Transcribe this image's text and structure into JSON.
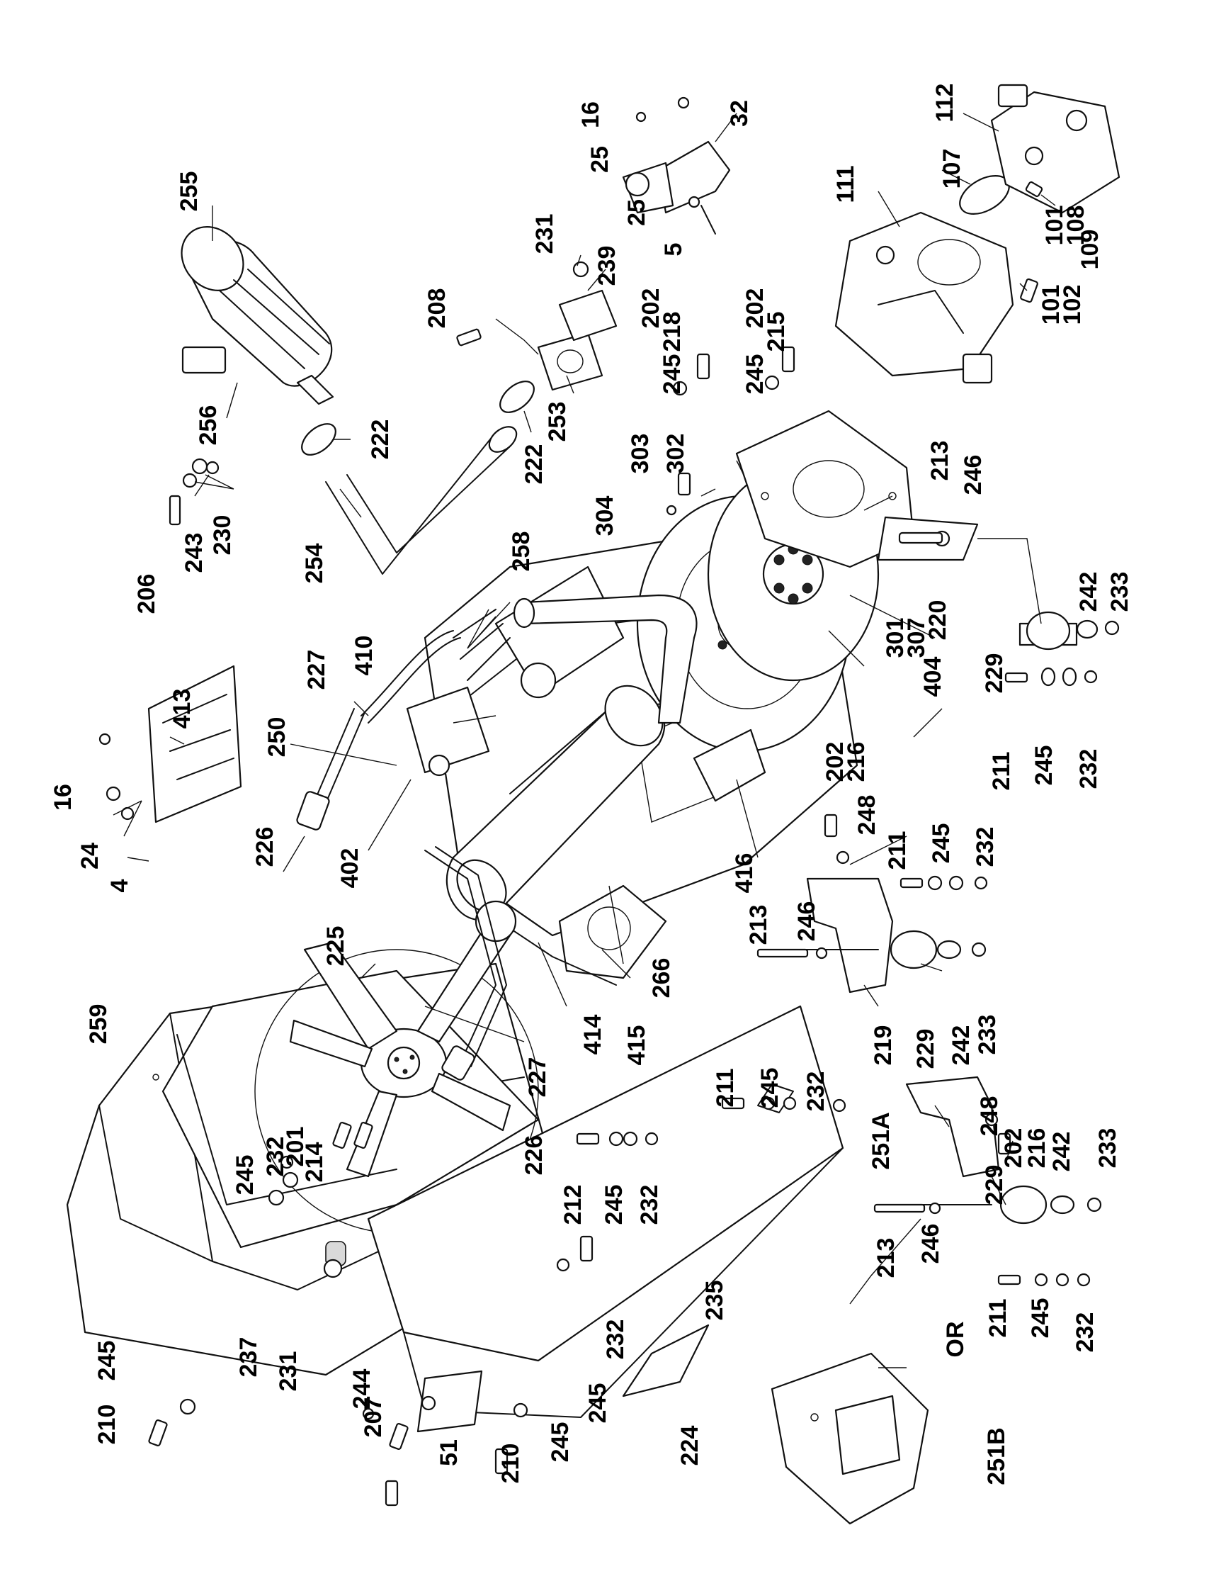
{
  "diagram": {
    "alt_option_text": "OR",
    "callouts": [
      {
        "id": "c-255",
        "text": "255"
      },
      {
        "id": "c-256",
        "text": "256"
      },
      {
        "id": "c-222a",
        "text": "222"
      },
      {
        "id": "c-222b",
        "text": "222"
      },
      {
        "id": "c-230",
        "text": "230"
      },
      {
        "id": "c-243",
        "text": "243"
      },
      {
        "id": "c-206",
        "text": "206"
      },
      {
        "id": "c-254",
        "text": "254"
      },
      {
        "id": "c-208",
        "text": "208"
      },
      {
        "id": "c-231a",
        "text": "231"
      },
      {
        "id": "c-239",
        "text": "239"
      },
      {
        "id": "c-253",
        "text": "253"
      },
      {
        "id": "c-16a",
        "text": "16"
      },
      {
        "id": "c-25a",
        "text": "25"
      },
      {
        "id": "c-32",
        "text": "32"
      },
      {
        "id": "c-25b",
        "text": "25"
      },
      {
        "id": "c-5",
        "text": "5"
      },
      {
        "id": "c-112",
        "text": "112"
      },
      {
        "id": "c-107",
        "text": "107"
      },
      {
        "id": "c-111",
        "text": "111"
      },
      {
        "id": "c-101a",
        "text": "101"
      },
      {
        "id": "c-108",
        "text": "108"
      },
      {
        "id": "c-109",
        "text": "109"
      },
      {
        "id": "c-202a",
        "text": "202"
      },
      {
        "id": "c-218",
        "text": "218"
      },
      {
        "id": "c-202b",
        "text": "202"
      },
      {
        "id": "c-215",
        "text": "215"
      },
      {
        "id": "c-245a",
        "text": "245"
      },
      {
        "id": "c-245b",
        "text": "245"
      },
      {
        "id": "c-101b",
        "text": "101"
      },
      {
        "id": "c-102",
        "text": "102"
      },
      {
        "id": "c-303",
        "text": "303"
      },
      {
        "id": "c-302",
        "text": "302"
      },
      {
        "id": "c-304",
        "text": "304"
      },
      {
        "id": "c-213a",
        "text": "213"
      },
      {
        "id": "c-246a",
        "text": "246"
      },
      {
        "id": "c-258",
        "text": "258"
      },
      {
        "id": "c-220",
        "text": "220"
      },
      {
        "id": "c-301",
        "text": "301"
      },
      {
        "id": "c-307",
        "text": "307"
      },
      {
        "id": "c-242a",
        "text": "242"
      },
      {
        "id": "c-233a",
        "text": "233"
      },
      {
        "id": "c-229a",
        "text": "229"
      },
      {
        "id": "c-404",
        "text": "404"
      },
      {
        "id": "c-410",
        "text": "410"
      },
      {
        "id": "c-227a",
        "text": "227"
      },
      {
        "id": "c-250",
        "text": "250"
      },
      {
        "id": "c-413",
        "text": "413"
      },
      {
        "id": "c-16b",
        "text": "16"
      },
      {
        "id": "c-24",
        "text": "24"
      },
      {
        "id": "c-4",
        "text": "4"
      },
      {
        "id": "c-226a",
        "text": "226"
      },
      {
        "id": "c-402",
        "text": "402"
      },
      {
        "id": "c-211a",
        "text": "211"
      },
      {
        "id": "c-245c",
        "text": "245"
      },
      {
        "id": "c-232a",
        "text": "232"
      },
      {
        "id": "c-202c",
        "text": "202"
      },
      {
        "id": "c-216a",
        "text": "216"
      },
      {
        "id": "c-248a",
        "text": "248"
      },
      {
        "id": "c-416",
        "text": "416"
      },
      {
        "id": "c-211b",
        "text": "211"
      },
      {
        "id": "c-245d",
        "text": "245"
      },
      {
        "id": "c-232b",
        "text": "232"
      },
      {
        "id": "c-213b",
        "text": "213"
      },
      {
        "id": "c-246b",
        "text": "246"
      },
      {
        "id": "c-225",
        "text": "225"
      },
      {
        "id": "c-266",
        "text": "266"
      },
      {
        "id": "c-219",
        "text": "219"
      },
      {
        "id": "c-229b",
        "text": "229"
      },
      {
        "id": "c-242b",
        "text": "242"
      },
      {
        "id": "c-233b",
        "text": "233"
      },
      {
        "id": "c-414",
        "text": "414"
      },
      {
        "id": "c-415",
        "text": "415"
      },
      {
        "id": "c-227b",
        "text": "227"
      },
      {
        "id": "c-259",
        "text": "259"
      },
      {
        "id": "c-201",
        "text": "201"
      },
      {
        "id": "c-232c",
        "text": "232"
      },
      {
        "id": "c-214",
        "text": "214"
      },
      {
        "id": "c-245e",
        "text": "245"
      },
      {
        "id": "c-226b",
        "text": "226"
      },
      {
        "id": "c-212",
        "text": "212"
      },
      {
        "id": "c-245f",
        "text": "245"
      },
      {
        "id": "c-232d",
        "text": "232"
      },
      {
        "id": "c-211c",
        "text": "211"
      },
      {
        "id": "c-245g",
        "text": "245"
      },
      {
        "id": "c-232e",
        "text": "232"
      },
      {
        "id": "c-251A",
        "text": "251A"
      },
      {
        "id": "c-248b",
        "text": "248"
      },
      {
        "id": "c-202d",
        "text": "202"
      },
      {
        "id": "c-216b",
        "text": "216"
      },
      {
        "id": "c-229c",
        "text": "229"
      },
      {
        "id": "c-242c",
        "text": "242"
      },
      {
        "id": "c-233c",
        "text": "233"
      },
      {
        "id": "c-213c",
        "text": "213"
      },
      {
        "id": "c-246c",
        "text": "246"
      },
      {
        "id": "c-211d",
        "text": "211"
      },
      {
        "id": "c-245h",
        "text": "245"
      },
      {
        "id": "c-232f",
        "text": "232"
      },
      {
        "id": "c-235",
        "text": "235"
      },
      {
        "id": "c-237",
        "text": "237"
      },
      {
        "id": "c-231b",
        "text": "231"
      },
      {
        "id": "c-244",
        "text": "244"
      },
      {
        "id": "c-207",
        "text": "207"
      },
      {
        "id": "c-51",
        "text": "51"
      },
      {
        "id": "c-210a",
        "text": "210"
      },
      {
        "id": "c-245i",
        "text": "245"
      },
      {
        "id": "c-210b",
        "text": "210"
      },
      {
        "id": "c-245j",
        "text": "245"
      },
      {
        "id": "c-245k",
        "text": "245"
      },
      {
        "id": "c-232g",
        "text": "232"
      },
      {
        "id": "c-224",
        "text": "224"
      },
      {
        "id": "c-251B",
        "text": "251B"
      }
    ]
  }
}
